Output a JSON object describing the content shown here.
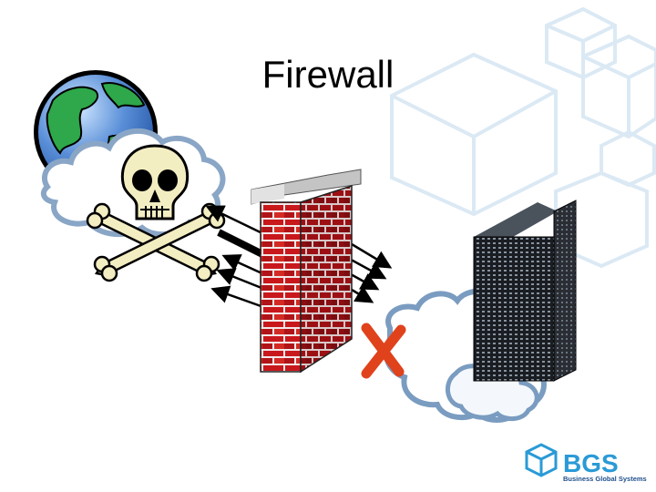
{
  "slide": {
    "title": "Firewall"
  },
  "logo": {
    "name": "BGS",
    "tagline": "Business Global Systems",
    "color": "#2a9ad6"
  },
  "diagram": {
    "nodes": [
      {
        "name": "internet-globe",
        "icon": "globe-icon"
      },
      {
        "name": "malicious-threat",
        "icon": "skull-crossbones-icon"
      },
      {
        "name": "firewall",
        "icon": "brick-wall-icon"
      },
      {
        "name": "blocked-connection",
        "icon": "red-x-icon"
      },
      {
        "name": "corporate-network",
        "icon": "cloud-icon"
      },
      {
        "name": "office-building",
        "icon": "building-icon"
      }
    ],
    "colors": {
      "brick": "#c8181c",
      "block_mark": "#e0421c",
      "cloud_edge": "#7a9cc0",
      "background_cubes": "#dbe9f4"
    }
  }
}
